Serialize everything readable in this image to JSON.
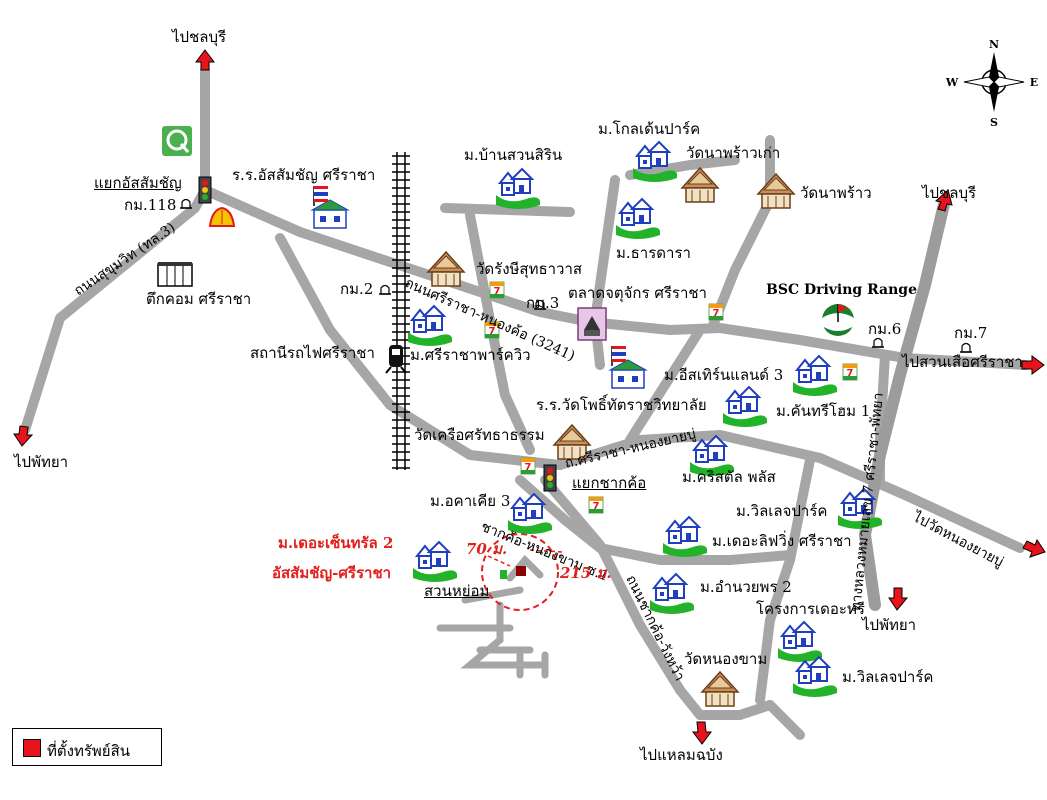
{
  "labels": {
    "to_chonburi_nw": "ไปชลบุรี",
    "to_chonburi_ne": "ไปชลบุรี",
    "to_pattaya_w": "ไปพัทยา",
    "to_pattaya_se": "ไปพัทยา",
    "to_laem_chabang": "ไปแหลมฉบัง",
    "to_suan_suea": "ไปสวนเสือศรีราชา",
    "to_wat_nong_yai_bu": "ไปวัดหนองยายบู่",
    "assumption_junction": "แยกอัสสัมชัญ",
    "km118": "กม.118",
    "km2": "กม.2",
    "km3": "กม.3",
    "km6": "กม.6",
    "km7": "กม.7",
    "sukhumvit_rd": "ถนนสุขุมวิท (ทล.3)",
    "tikcom": "ตึกคอม ศรีราชา",
    "assumption_school": "ร.ร.อัสสัมชัญ ศรีราชา",
    "sriracha_station": "สถานีรถไฟศรีราชา",
    "sriracha_park_view": "ม.ศรีราชาพาร์ควิว",
    "wat_rang_sukkhawat": "วัดรังษีสุทธาวาส",
    "ban_suan_sirin": "ม.บ้านสวนสิริน",
    "golden_park": "ม.โกลเด้นปาร์ค",
    "wat_na_phrao_kao": "วัดนาพร้าวเก่า",
    "wat_na_phrao": "วัดนาพร้าว",
    "thara_dara": "ม.ธารดารา",
    "jatujak_market": "ตลาดจตุจักร ศรีราชา",
    "bsc": "BSC Driving Range",
    "sriracha_nongkho_rd": "ถนนศรีราชา-หนองค้อ (3241)",
    "eastern_land": "ม.อีสเทิร์นแลนด์ 3",
    "kantree_home": "ม.คันทรีโฮม 1",
    "wat_pho_school": "ร.ร.วัดโพธิ์ทัตราชวิทยาลัย",
    "wat_khruea": "วัดเครือศรัทธาธรรม",
    "nong_yai_bu_rd": "ถ.ศรีราชา-หนองยายบู่",
    "chak_kho_junction": "แยกชากค้อ",
    "acacia": "ม.อคาเคีย 3",
    "crystal_plus": "ม.คริสตัล พลัส",
    "villa_park1": "ม.วิลเลจปาร์ค",
    "chakkho_nongkham_rd": "ชากค้อ-หนองขาม ซ.1",
    "the_central_1": "ม.เดอะเซ็นทรัล 2",
    "the_central_2": "อัสสัมชัญ-ศรีราชา",
    "suan_ya_om": "สวนหย่อม",
    "dist_70": "70 ม.",
    "dist_215": "215 ม.",
    "living_sriracha": "ม.เดอะลิฟวิ่ง ศรีราชา",
    "amnuayporn": "ม.อำนวยพร 2",
    "the_tree": "โครงการเดอะทรี",
    "chakkho_wangyai_rd": "ถนนชากค้อ-วังหว้า",
    "wat_nong_kham": "วัดหนองขาม",
    "villa_park2": "ม.วิลเลจปาร์ค",
    "pattaya_bypass": "ทางหลวงหมายเลข 7 ศรีราชา-พัทยา"
  },
  "legend": {
    "label": "ที่ตั้งทรัพย์สิน",
    "color": "#e8141b"
  },
  "compass": {
    "n": "N",
    "s": "S",
    "e": "E",
    "w": "W"
  },
  "colors": {
    "road": "#a6a6a6",
    "highway": "#9c9c9c",
    "arrow": "#e8141b",
    "rail": "#000000",
    "house": "#1f3fbf",
    "lawn": "#22b32b",
    "temple": "#c8915a",
    "highlight": "#e0201c"
  },
  "icons": [
    "house-icon",
    "temple-icon",
    "school-icon",
    "seven-eleven-icon",
    "traffic-light-icon",
    "train-icon",
    "km-marker-icon",
    "compass-icon",
    "market-icon",
    "golf-icon",
    "shell-icon",
    "building-icon",
    "logo-icon"
  ]
}
